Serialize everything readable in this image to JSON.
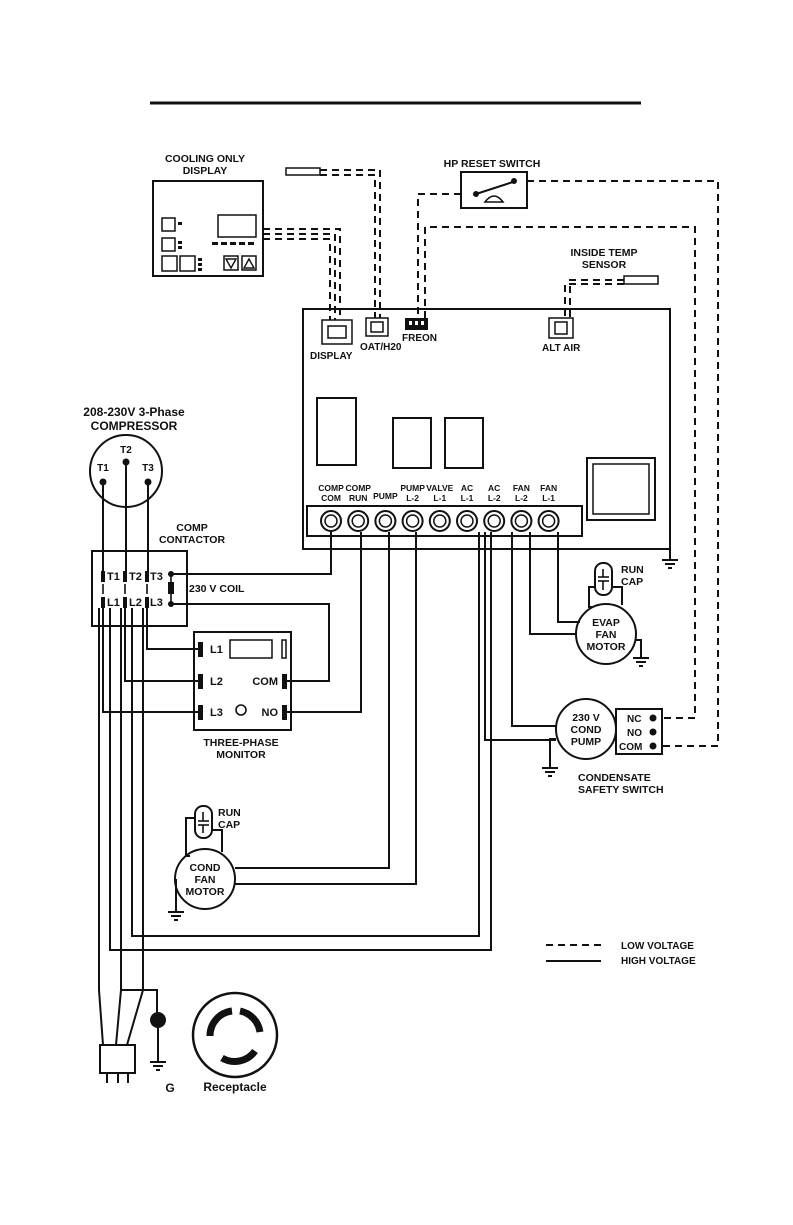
{
  "labels": {
    "cooling_display": [
      "COOLING ONLY",
      "DISPLAY"
    ],
    "hp_reset": "HP RESET SWITCH",
    "inside_temp": [
      "INSIDE TEMP",
      "SENSOR"
    ],
    "conn_display": "DISPLAY",
    "conn_oat": "OAT/H20",
    "conn_freon": "FREON",
    "conn_alt_air": "ALT AIR",
    "compressor": [
      "208-230V   3-Phase",
      "COMPRESSOR"
    ],
    "t1": "T1",
    "t2": "T2",
    "t3": "T3",
    "comp_contactor": [
      "COMP",
      "CONTACTOR"
    ],
    "coil": "230 V  COIL",
    "ct_t1": "T1",
    "ct_t2": "T2",
    "ct_t3": "T3",
    "ct_l1": "L1",
    "ct_l2": "L2",
    "ct_l3": "L3",
    "mon_l1": "L1",
    "mon_l2": "L2",
    "mon_l3": "L3",
    "mon_com": "COM",
    "mon_no": "NO",
    "three_phase": [
      "THREE-PHASE",
      "MONITOR"
    ],
    "terminals": [
      [
        "COMP",
        "COM"
      ],
      [
        "COMP",
        "RUN"
      ],
      [
        "PUMP",
        ""
      ],
      [
        "PUMP",
        "L-2"
      ],
      [
        "VALVE",
        "L-1"
      ],
      [
        "AC",
        "L-1"
      ],
      [
        "AC",
        "L-2"
      ],
      [
        "FAN",
        "L-2"
      ],
      [
        "FAN",
        "L-1"
      ]
    ],
    "run_cap_evap": [
      "RUN",
      "CAP"
    ],
    "evap_fan": [
      "EVAP",
      "FAN",
      "MOTOR"
    ],
    "cond_pump": [
      "230 V",
      "COND",
      "PUMP"
    ],
    "sw_nc": "NC",
    "sw_no": "NO",
    "sw_com": "COM",
    "condensate": [
      "CONDENSATE",
      "SAFETY SWITCH"
    ],
    "run_cap_cond": [
      "RUN",
      "CAP"
    ],
    "cond_fan": [
      "COND",
      "FAN",
      "MOTOR"
    ],
    "legend_low": "LOW VOLTAGE",
    "legend_high": "HIGH VOLTAGE",
    "ground": "G",
    "receptacle": "Receptacle"
  }
}
